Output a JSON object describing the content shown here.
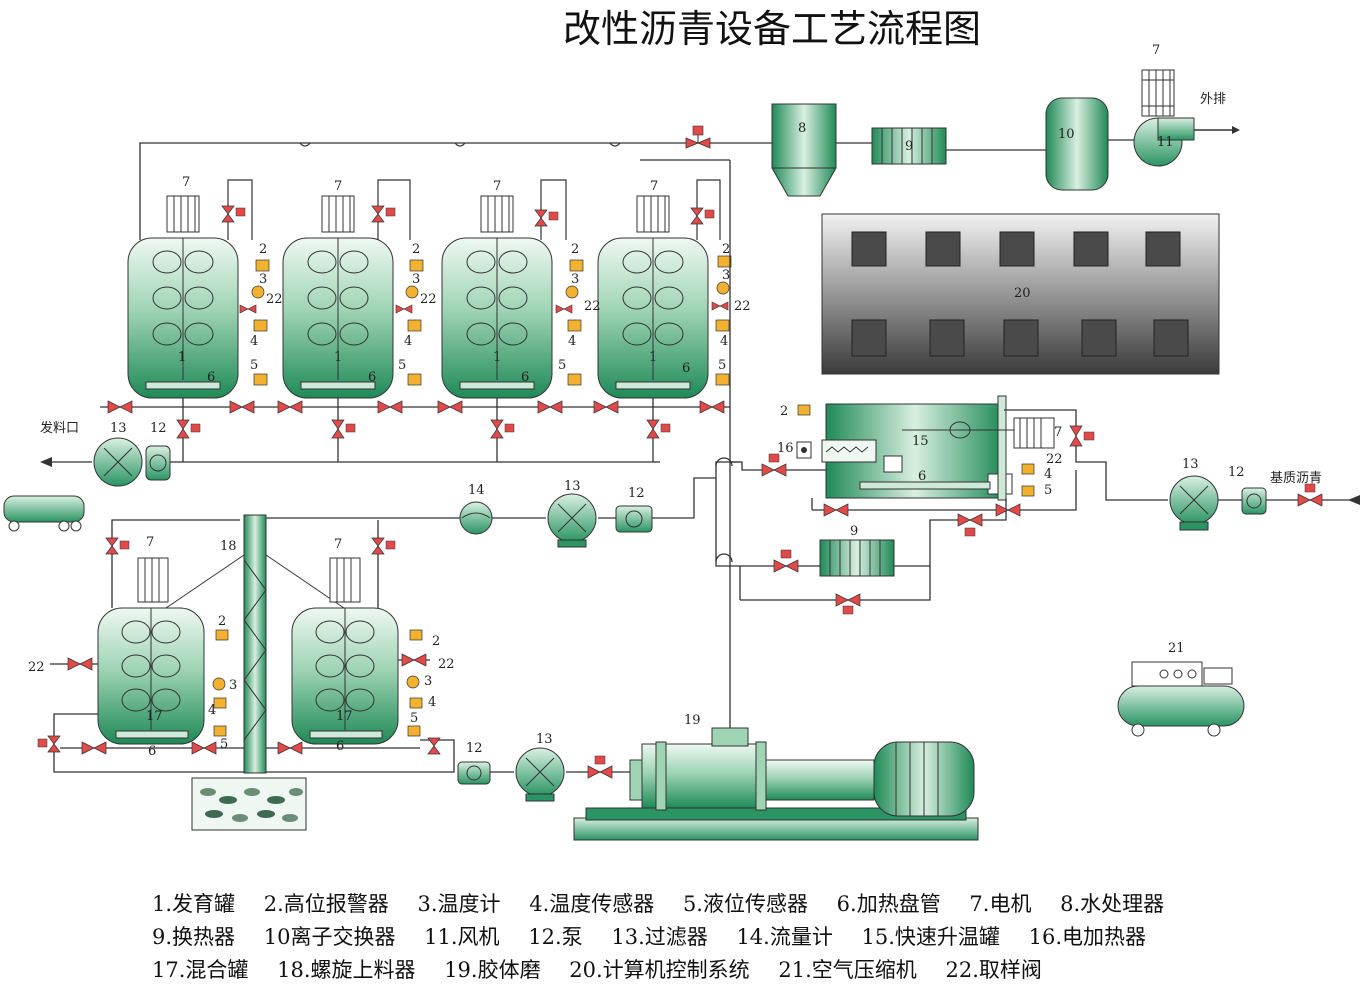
{
  "title": "改性沥青设备工艺流程图",
  "labels": {
    "export": "外排",
    "discharge": "发料口",
    "base_asphalt": "基质沥青"
  },
  "tags": {
    "n1": "1",
    "n2": "2",
    "n3": "3",
    "n4": "4",
    "n5": "5",
    "n6": "6",
    "n7": "7",
    "n8": "8",
    "n9": "9",
    "n10": "10",
    "n11": "11",
    "n12": "12",
    "n13": "13",
    "n14": "14",
    "n15": "15",
    "n16": "16",
    "n17": "17",
    "n18": "18",
    "n19": "19",
    "n20": "20",
    "n21": "21",
    "n22": "22"
  },
  "legend": {
    "rows": [
      [
        "1.发育罐",
        "2.高位报警器",
        "3.温度计",
        "4.温度传感器",
        "5.液位传感器",
        "6.加热盘管",
        "7.电机",
        "8.水处理器"
      ],
      [
        "9.换热器",
        "10离子交换器",
        "11.风机",
        "12.泵",
        "13.过滤器",
        "14.流量计",
        "15.快速升温罐",
        "16.电加热器"
      ],
      [
        "17.混合罐",
        "18.螺旋上料器",
        "19.胶体磨",
        "20.计算机控制系统",
        "21.空气压缩机",
        "22.取样阀"
      ]
    ]
  },
  "colors": {
    "tank_top": "#eaf6ee",
    "tank_bottom": "#1f8a57",
    "pipe": "#333333",
    "valve": "#e24a4a",
    "sensor": "#f2b230",
    "control_panel": "#4a4a4a"
  }
}
